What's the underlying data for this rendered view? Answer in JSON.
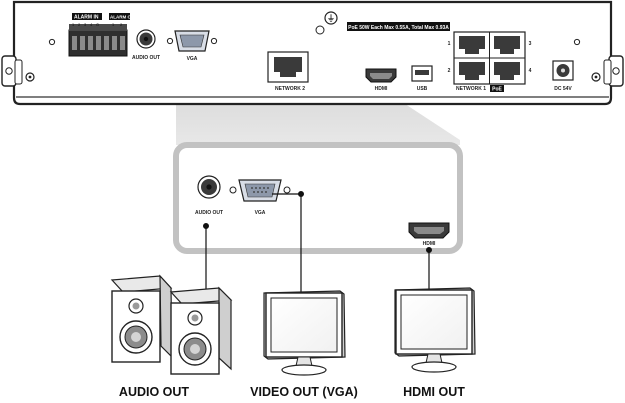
{
  "rear_panel": {
    "alarm_in": "ALARM IN",
    "alarm_out": "ALARM OUT",
    "alarm_in_pins": [
      "1",
      "2",
      "3",
      "4",
      "G"
    ],
    "alarm_out_pins": [
      "1",
      "2"
    ],
    "audio_out": "AUDIO OUT",
    "vga": "VGA",
    "network2": "NETWORK 2",
    "poe_notice": "PoE 50W Each Max 0.55A, Total Max 0.93A",
    "hdmi": "HDMI",
    "usb": "USB",
    "network1": "NETWORK 1",
    "poe_badge": "PoE",
    "port_numbers": [
      "1",
      "2",
      "3",
      "4"
    ],
    "dc": "DC 54V"
  },
  "zoom_panel": {
    "audio_out": "AUDIO OUT",
    "vga": "VGA",
    "hdmi": "HDMI"
  },
  "devices": {
    "speakers_label": "AUDIO OUT",
    "vga_monitor_label": "VIDEO OUT (VGA)",
    "hdmi_monitor_label": "HDMI OUT"
  }
}
